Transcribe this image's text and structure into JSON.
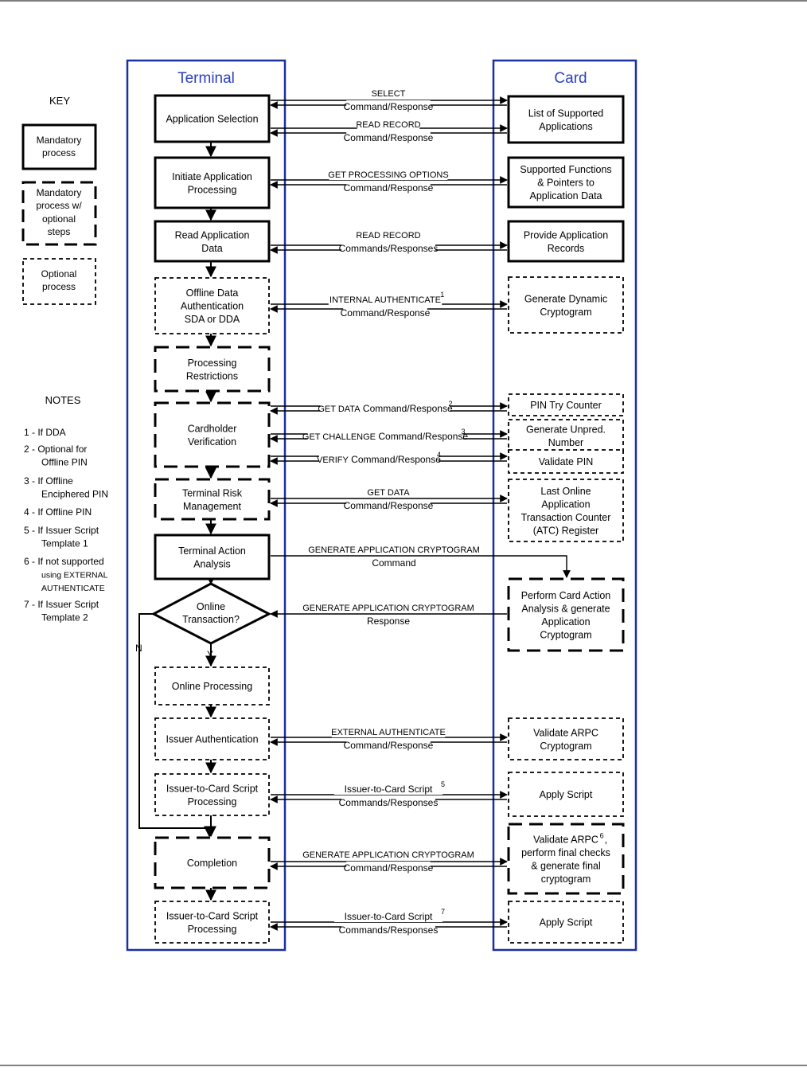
{
  "colors": {
    "lane": "#1a2fa0",
    "lane_title": "#2a3fc0",
    "ink": "#000000",
    "rule": "#555555"
  },
  "lanes": {
    "terminal": "Terminal",
    "card": "Card"
  },
  "key": {
    "title": "KEY",
    "mandatory": [
      "Mandatory",
      "process"
    ],
    "mandatory_optional": [
      "Mandatory",
      "process w/",
      "optional",
      "steps"
    ],
    "optional": [
      "Optional",
      "process"
    ]
  },
  "notes": {
    "title": "NOTES",
    "items": [
      [
        "1 - If DDA"
      ],
      [
        "2 - Optional for",
        "Offline PIN"
      ],
      [
        "3 - If Offline",
        "Enciphered PIN"
      ],
      [
        "4 - If Offline PIN"
      ],
      [
        "5 - If Issuer Script",
        "Template 1"
      ],
      [
        "6 - If not supported",
        "using EXTERNAL",
        "AUTHENTICATE"
      ],
      [
        "7 - If Issuer Script",
        "Template 2"
      ]
    ]
  },
  "terminal_boxes": [
    {
      "id": "application-selection",
      "style": "mandatory",
      "lines": [
        "Application Selection"
      ]
    },
    {
      "id": "initiate-application-processing",
      "style": "mandatory",
      "lines": [
        "Initiate Application",
        "Processing"
      ]
    },
    {
      "id": "read-application-data",
      "style": "mandatory",
      "lines": [
        "Read Application",
        "Data"
      ]
    },
    {
      "id": "offline-data-authentication",
      "style": "optional",
      "lines": [
        "Offline Data",
        "Authentication",
        "SDA or DDA"
      ]
    },
    {
      "id": "processing-restrictions",
      "style": "mixed",
      "lines": [
        "Processing",
        "Restrictions"
      ]
    },
    {
      "id": "cardholder-verification",
      "style": "mixed",
      "lines": [
        "Cardholder",
        "Verification"
      ]
    },
    {
      "id": "terminal-risk-management",
      "style": "mixed",
      "lines": [
        "Terminal Risk",
        "Management"
      ]
    },
    {
      "id": "terminal-action-analysis",
      "style": "mandatory",
      "lines": [
        "Terminal Action",
        "Analysis"
      ]
    },
    {
      "id": "online-processing",
      "style": "optional",
      "lines": [
        "Online Processing"
      ]
    },
    {
      "id": "issuer-authentication",
      "style": "optional",
      "lines": [
        "Issuer Authentication"
      ]
    },
    {
      "id": "issuer-to-card-script-processing-1",
      "style": "optional",
      "lines": [
        "Issuer-to-Card Script",
        "Processing"
      ]
    },
    {
      "id": "completion",
      "style": "mixed",
      "lines": [
        "Completion"
      ]
    },
    {
      "id": "issuer-to-card-script-processing-2",
      "style": "optional",
      "lines": [
        "Issuer-to-Card Script",
        "Processing"
      ]
    }
  ],
  "decision": {
    "lines": [
      "Online",
      "Transaction?"
    ],
    "yes": "Y",
    "no": "N"
  },
  "card_boxes": [
    {
      "id": "list-of-supported-applications",
      "style": "mandatory",
      "lines": [
        "List of Supported",
        "Applications"
      ]
    },
    {
      "id": "supported-functions",
      "style": "mandatory",
      "lines": [
        "Supported Functions",
        "& Pointers to",
        "Application Data"
      ]
    },
    {
      "id": "provide-application-records",
      "style": "mandatory",
      "lines": [
        "Provide Application",
        "Records"
      ]
    },
    {
      "id": "generate-dynamic-cryptogram",
      "style": "optional",
      "lines": [
        "Generate Dynamic",
        "Cryptogram"
      ]
    },
    {
      "id": "pin-try-counter",
      "style": "optional",
      "lines": [
        "PIN Try Counter"
      ]
    },
    {
      "id": "generate-unpredictable-number",
      "style": "optional",
      "lines": [
        "Generate Unpred.",
        "Number"
      ]
    },
    {
      "id": "validate-pin",
      "style": "optional",
      "lines": [
        "Validate PIN"
      ]
    },
    {
      "id": "last-online-atc-register",
      "style": "optional",
      "lines": [
        "Last Online",
        "Application",
        "Transaction Counter",
        "(ATC) Register"
      ]
    },
    {
      "id": "perform-card-action-analysis",
      "style": "mixed",
      "lines": [
        "Perform Card Action",
        "Analysis & generate",
        "Application",
        "Cryptogram"
      ]
    },
    {
      "id": "validate-arpc-cryptogram",
      "style": "optional",
      "lines": [
        "Validate ARPC",
        "Cryptogram"
      ]
    },
    {
      "id": "apply-script-1",
      "style": "optional",
      "lines": [
        "Apply Script"
      ]
    },
    {
      "id": "validate-arpc-final",
      "style": "mixed",
      "lines": [
        "Validate ARPC",
        "perform final checks",
        "& generate final",
        "cryptogram"
      ],
      "sup": "6",
      "sup_suffix": ","
    },
    {
      "id": "apply-script-2",
      "style": "optional",
      "lines": [
        "Apply Script"
      ]
    }
  ],
  "messages": [
    {
      "id": "select",
      "lines": [
        [
          [
            "SELECT",
            "sc"
          ]
        ],
        [
          [
            "Command/Response",
            ""
          ]
        ]
      ]
    },
    {
      "id": "read-record-1",
      "lines": [
        [
          [
            "READ RECORD",
            "sc"
          ]
        ],
        [
          [
            "Command/Response",
            ""
          ]
        ]
      ]
    },
    {
      "id": "get-processing-options",
      "lines": [
        [
          [
            "GET PROCESSING OPTIONS",
            "sc"
          ]
        ],
        [
          [
            "Command/Response",
            ""
          ]
        ]
      ]
    },
    {
      "id": "read-record-2",
      "lines": [
        [
          [
            "READ RECORD",
            "sc"
          ]
        ],
        [
          [
            "Commands/Responses",
            ""
          ]
        ]
      ]
    },
    {
      "id": "internal-authenticate",
      "lines": [
        [
          [
            "INTERNAL AUTHENTICATE",
            "sc"
          ]
        ],
        [
          [
            "Command/Response",
            ""
          ]
        ]
      ],
      "sup": "1"
    },
    {
      "id": "get-data-1",
      "lines": [
        [
          [
            "GET DATA",
            "sc"
          ],
          [
            " Command/Response",
            ""
          ]
        ]
      ],
      "sup": "2"
    },
    {
      "id": "get-challenge",
      "lines": [
        [
          [
            "GET CHALLENGE",
            "sc"
          ],
          [
            " Command/Response",
            ""
          ]
        ]
      ],
      "sup": "3"
    },
    {
      "id": "verify",
      "lines": [
        [
          [
            "VERIFY",
            "sc"
          ],
          [
            " Command/Response",
            ""
          ]
        ]
      ],
      "sup": "4"
    },
    {
      "id": "get-data-2",
      "lines": [
        [
          [
            "GET DATA",
            "sc"
          ]
        ],
        [
          [
            "Command/Response",
            ""
          ]
        ]
      ]
    },
    {
      "id": "generate-ac-command",
      "lines": [
        [
          [
            "GENERATE APPLICATION CRYPTOGRAM",
            "sc"
          ]
        ],
        [
          [
            "Command",
            ""
          ]
        ]
      ]
    },
    {
      "id": "generate-ac-response",
      "lines": [
        [
          [
            "GENERATE APPLICATION CRYPTOGRAM",
            "sc"
          ]
        ],
        [
          [
            "Response",
            ""
          ]
        ]
      ]
    },
    {
      "id": "external-authenticate",
      "lines": [
        [
          [
            "EXTERNAL AUTHENTICATE",
            "sc"
          ]
        ],
        [
          [
            "Command/Response",
            ""
          ]
        ]
      ]
    },
    {
      "id": "issuer-script-1",
      "lines": [
        [
          [
            "Issuer-to-Card Script",
            ""
          ]
        ],
        [
          [
            "Commands/Responses",
            ""
          ]
        ]
      ],
      "sup": "5"
    },
    {
      "id": "generate-ac-2",
      "lines": [
        [
          [
            "GENERATE APPLICATION CRYPTOGRAM",
            "sc"
          ]
        ],
        [
          [
            "Command/Response",
            ""
          ]
        ]
      ]
    },
    {
      "id": "issuer-script-2",
      "lines": [
        [
          [
            "Issuer-to-Card Script",
            ""
          ]
        ],
        [
          [
            "Commands/Responses",
            ""
          ]
        ]
      ],
      "sup": "7"
    }
  ]
}
